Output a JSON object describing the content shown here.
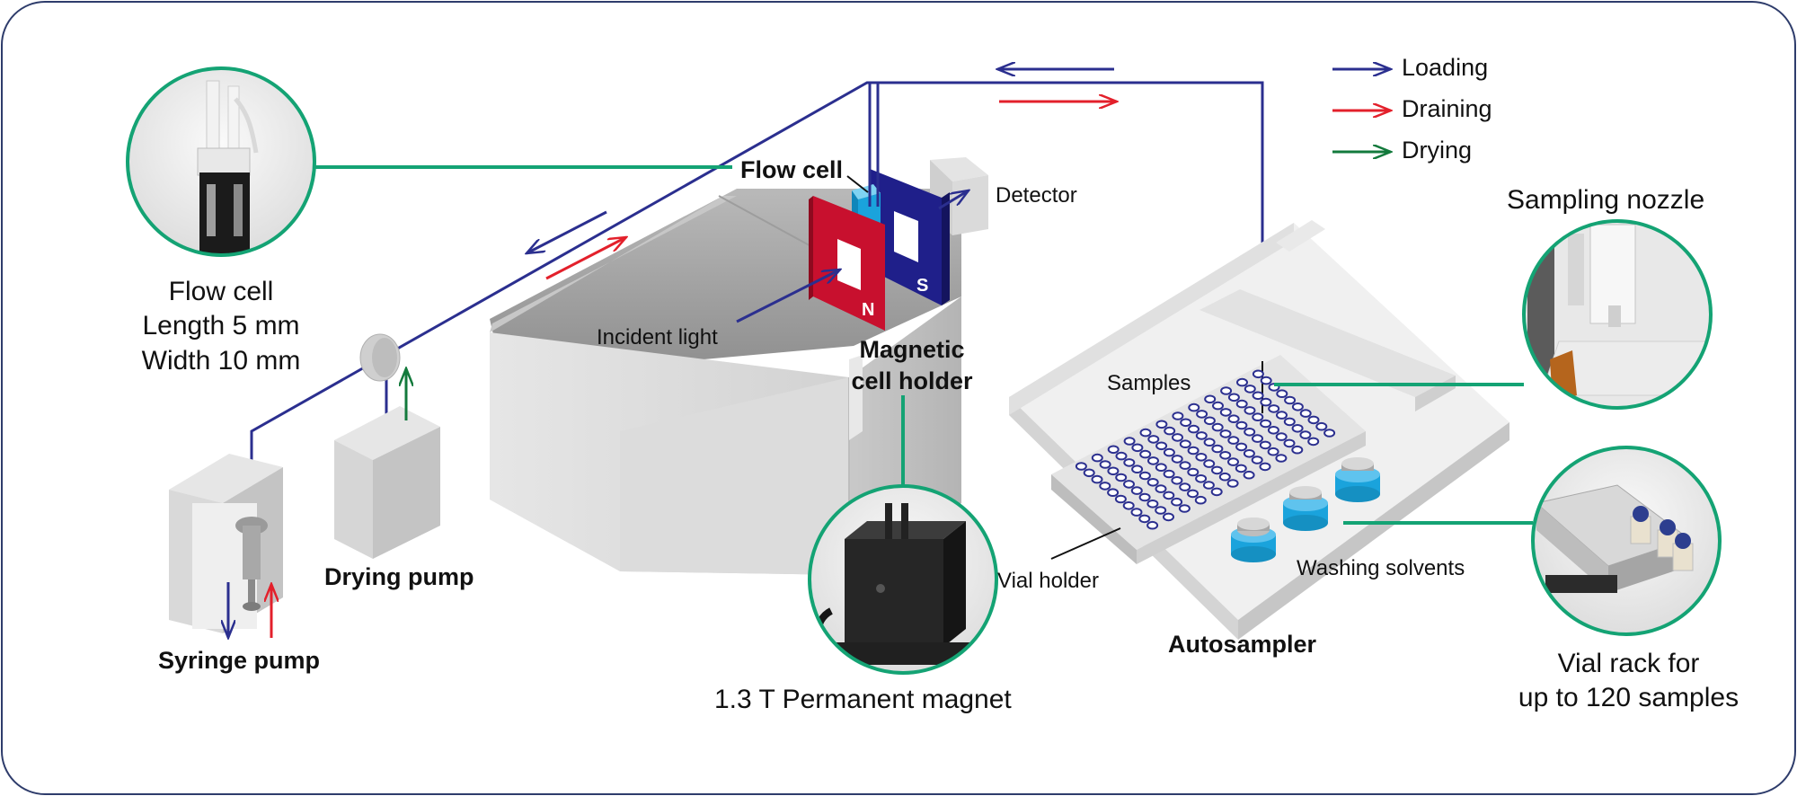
{
  "legend": [
    {
      "label": "Loading",
      "color": "#2b2f8f"
    },
    {
      "label": "Draining",
      "color": "#e3202b"
    },
    {
      "label": "Drying",
      "color": "#137a3c"
    }
  ],
  "labels": {
    "flow_cell_bold": "Flow cell",
    "detector": "Detector",
    "incident_light": "Incident light",
    "magnetic_holder_1": "Magnetic",
    "magnetic_holder_2": "cell holder",
    "magnet_n": "N",
    "magnet_s": "S",
    "flow_cell_spec_1": "Flow cell",
    "flow_cell_spec_2": "Length 5 mm",
    "flow_cell_spec_3": "Width 10 mm",
    "syringe_pump": "Syringe pump",
    "drying_pump": "Drying pump",
    "permanent_magnet": "1.3 T Permanent magnet",
    "sampling_nozzle": "Sampling nozzle",
    "samples": "Samples",
    "vial_holder": "Vial holder",
    "washing_solvents": "Washing solvents",
    "autosampler": "Autosampler",
    "vial_rack_1": "Vial rack for",
    "vial_rack_2": "up to 120 samples"
  },
  "colors": {
    "frame": "#2e3c6b",
    "callout": "#14a374",
    "loading": "#2b2f8f",
    "draining": "#e3202b",
    "drying": "#137a3c",
    "magnet_red": "#c8102e",
    "magnet_blue": "#1f1f8a",
    "flow_cell": "#1aa3dc"
  }
}
